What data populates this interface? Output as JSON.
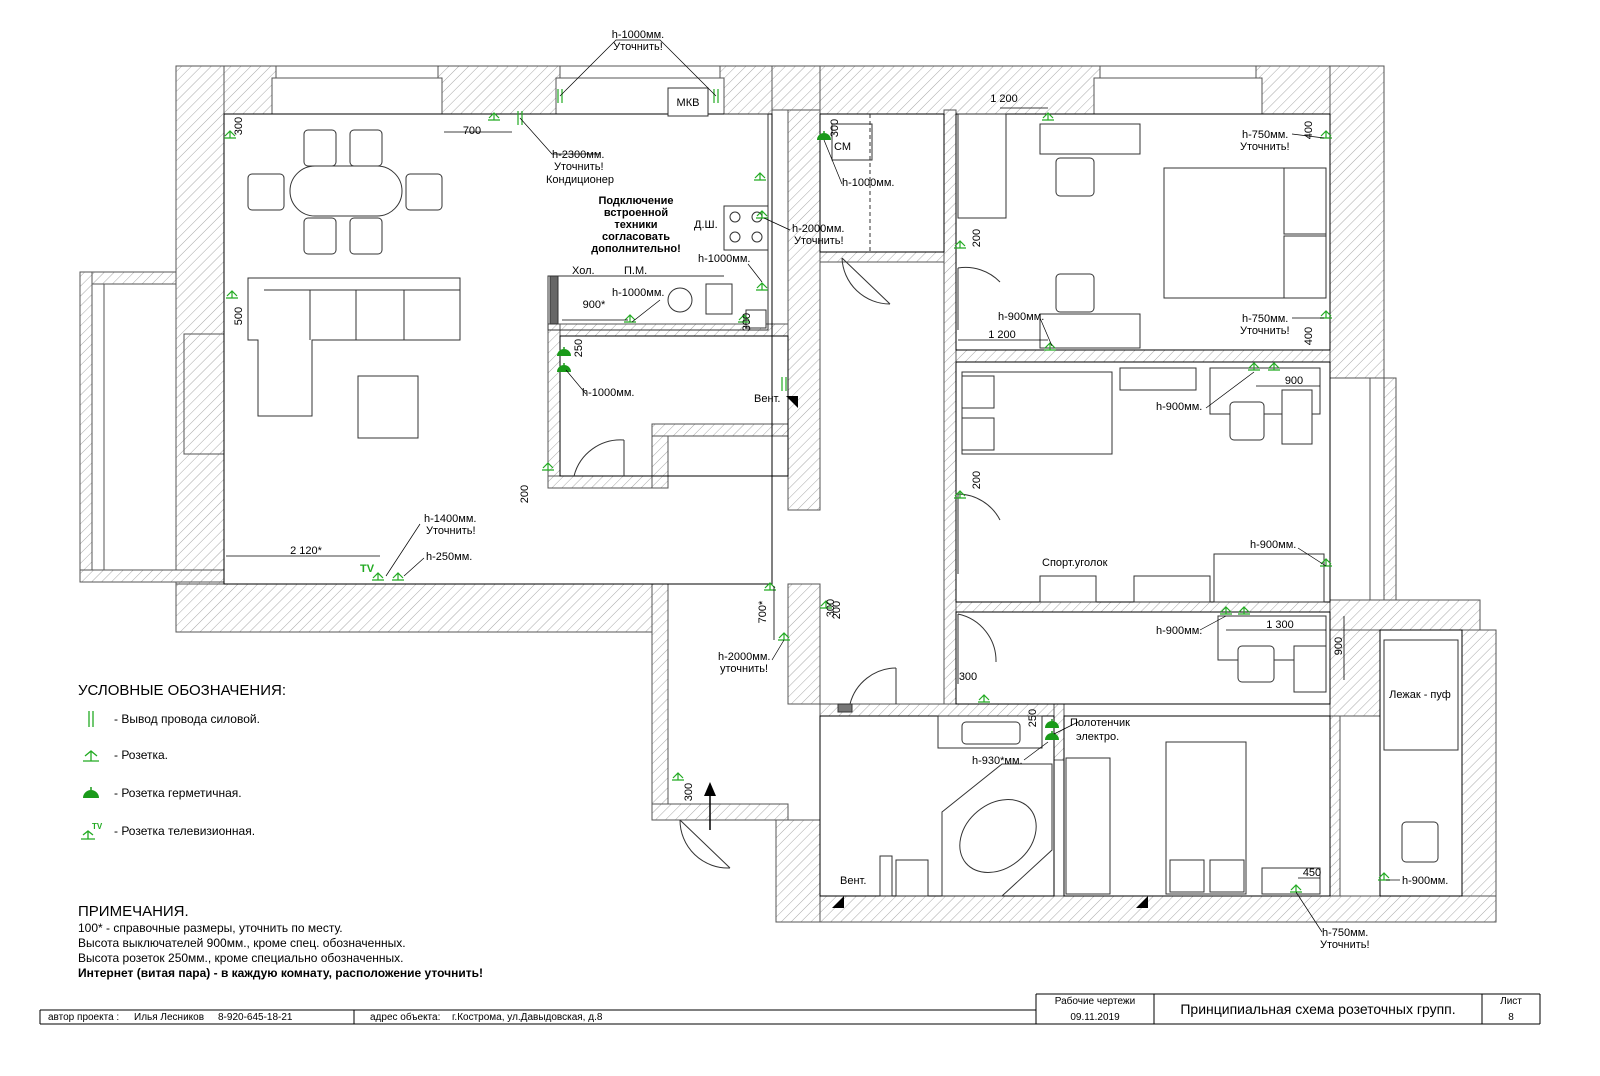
{
  "rooms": {
    "kitchen_equipment": {
      "mkv": "МКВ",
      "hol": "Хол.",
      "pm": "П.М.",
      "dsh": "Д.Ш.",
      "note_lines": [
        "Подключение",
        "встроенной",
        "техники",
        "согласовать",
        "дополнительно!"
      ]
    },
    "bath": {
      "sm": "СМ",
      "vent": "Вент.",
      "towel": [
        "Полотенчик",
        "электро."
      ]
    },
    "other": {
      "vent": "Вент.",
      "sport": "Спорт.уголок",
      "lounger": "Лежак - пуф"
    }
  },
  "annotations": {
    "a1": [
      "h-1000мм.",
      "Уточнить!"
    ],
    "a2": [
      "h-2300мм.",
      "Уточнить!",
      "Кондиционер"
    ],
    "a3": [
      "h-1000мм."
    ],
    "a4": [
      "h-2000мм.",
      "Уточнить!"
    ],
    "a5": [
      "h-1000мм."
    ],
    "a6": [
      "h-1000мм."
    ],
    "a7": [
      "h-1000мм."
    ],
    "a8": [
      "h-1400мм.",
      "Уточнить!"
    ],
    "a9": [
      "h-250мм."
    ],
    "a10": [
      "h-2000мм.",
      "уточнить!"
    ],
    "a11": [
      "h-750мм.",
      "Уточнить!"
    ],
    "a12": [
      "h-750мм.",
      "Уточнить!"
    ],
    "a13": [
      "h-900мм."
    ],
    "a14": [
      "h-900мм."
    ],
    "a15": [
      "h-900мм."
    ],
    "a16": [
      "h-900мм."
    ],
    "a17": [
      "h-930*мм."
    ],
    "a18": [
      "h-900мм."
    ],
    "a19": [
      "h-750мм.",
      "Уточнить!"
    ],
    "tv": "TV"
  },
  "dims": {
    "d700": "700",
    "d300a": "300",
    "d500": "500",
    "d900s": "900*",
    "d250a": "250",
    "d300b": "300",
    "d200a": "200",
    "d2120": "2 120*",
    "d700s": "700*",
    "d300c": "300",
    "d1200a": "1 200",
    "d400a": "400",
    "d200b": "200",
    "d1200b": "1 200",
    "d400b": "400",
    "d300d": "300",
    "d200c": "200",
    "d900a": "900",
    "d200d": "200",
    "d1300": "1 300",
    "d900b": "900",
    "d300e": "300",
    "d250b": "250",
    "d450": "450"
  },
  "legend": {
    "title": "УСЛОВНЫЕ ОБОЗНАЧЕНИЯ:",
    "items": [
      "- Вывод провода силовой.",
      "- Розетка.",
      "- Розетка герметичная.",
      "- Розетка телевизионная."
    ],
    "tv_mark": "TV"
  },
  "notes": {
    "title": "ПРИМЕЧАНИЯ.",
    "lines": [
      "100* - справочные размеры, уточнить по месту.",
      "Высота выключателей 900мм., кроме спец. обозначенных.",
      "Высота розеток 250мм., кроме специально обозначенных."
    ],
    "bold_line": "Интернет (витая пара) - в каждую комнату, расположение уточнить!"
  },
  "title_block": {
    "author_label": "автор проекта :",
    "author_name": "Илья Лесников",
    "author_phone": "8-920-645-18-21",
    "address_label": "адрес объекта:",
    "address": "г.Кострома, ул.Давыдовская, д.8",
    "stage": "Рабочие чертежи",
    "date": "09.11.2019",
    "sheet_title": "Принципиальная схема розеточных групп.",
    "sheet_label": "Лист",
    "sheet_no": "8"
  },
  "colors": {
    "wall": "#9a9a9a",
    "line": "#000000",
    "socket": "#22aa22",
    "socket_fill": "#1a9a1a"
  }
}
